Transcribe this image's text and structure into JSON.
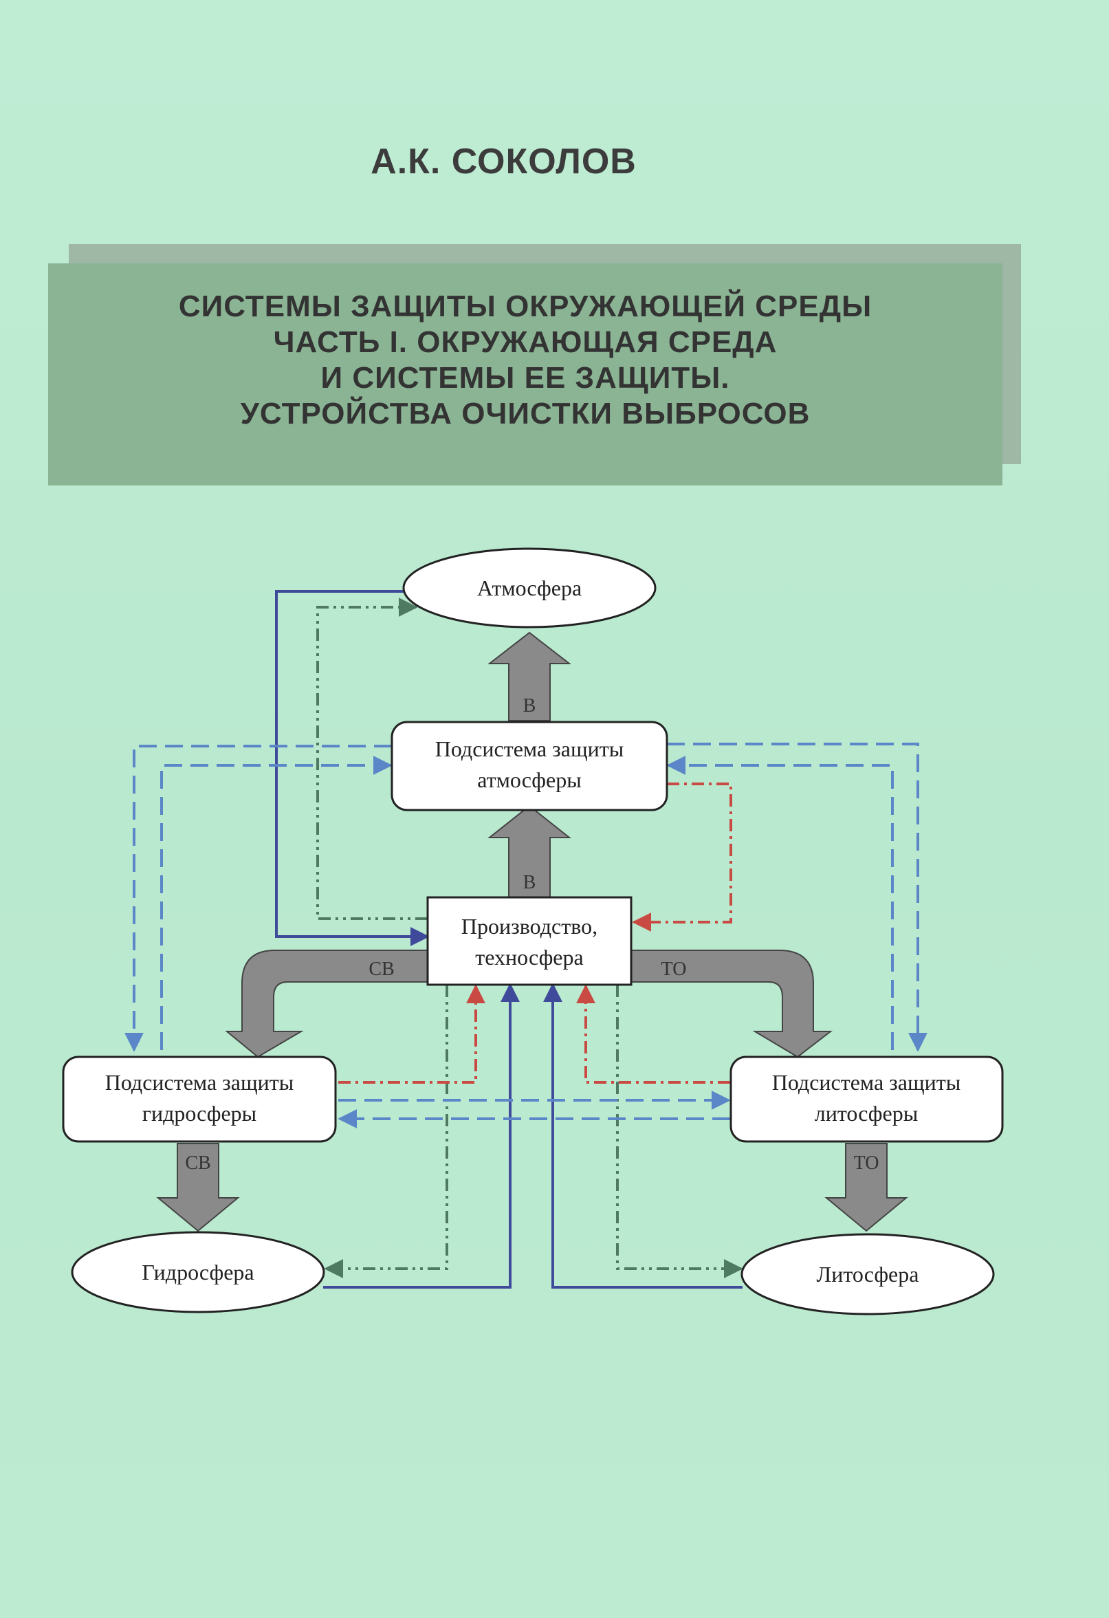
{
  "author": "А.К. СОКОЛОВ",
  "title_lines": [
    "СИСТЕМЫ ЗАЩИТЫ ОКРУЖАЮЩЕЙ СРЕДЫ",
    "ЧАСТЬ I. ОКРУЖАЮЩАЯ СРЕДА",
    "И СИСТЕМЫ ЕЕ ЗАЩИТЫ.",
    "УСТРОЙСТВА ОЧИСТКИ ВЫБРОСОВ"
  ],
  "diagram": {
    "atmosphere": "Атмосфера",
    "atm_protection": [
      "Подсистема защиты",
      "атмосферы"
    ],
    "production": [
      "Производство,",
      "техносфера"
    ],
    "hydro_protection": [
      "Подсистема защиты",
      "гидросферы"
    ],
    "litho_protection": [
      "Подсистема защиты",
      "литосферы"
    ],
    "hydrosphere": "Гидросфера",
    "lithosphere": "Литосфера",
    "flow_labels": {
      "v_top": "В",
      "v_mid": "В",
      "sv_left": "СВ",
      "to_right": "ТО",
      "sv_down": "СВ",
      "to_down": "ТО"
    }
  },
  "colors": {
    "background": "#bcebd0",
    "title_box": "#8bb494",
    "blue_solid": "#3f4a9a",
    "green_dashdot": "#4f7a62",
    "blue_dashed": "#5b86c8",
    "red_dashdot": "#c94a42",
    "big_arrow": "#8a8a8a"
  }
}
